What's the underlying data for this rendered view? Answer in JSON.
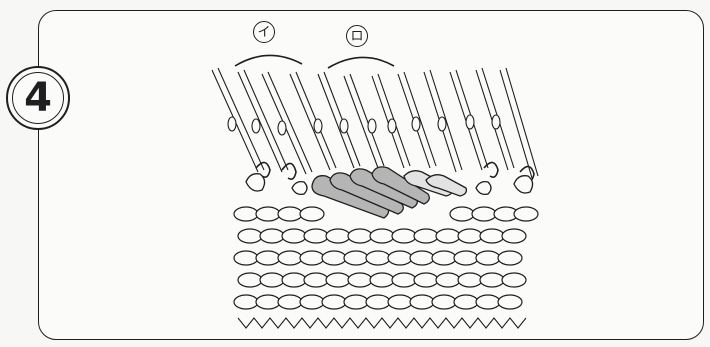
{
  "step": {
    "number": "4"
  },
  "labels": {
    "group_a": "イ",
    "group_b": "ロ"
  },
  "colors": {
    "ink": "#1f1f1f",
    "paper": "#fbfbf9",
    "shaded_stitch": "#b5b5b5",
    "light_stitch": "#e3e3e3"
  },
  "icons": [
    "knitting-needles-icon",
    "hook-icon"
  ]
}
